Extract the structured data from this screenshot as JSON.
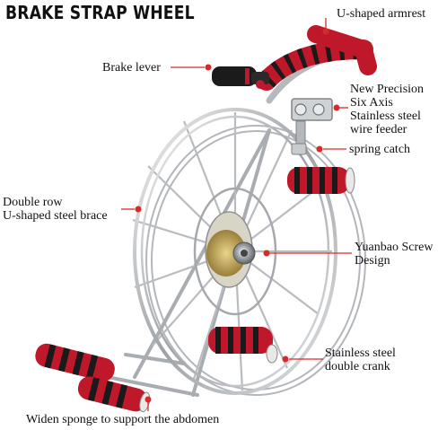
{
  "title": "BRAKE STRAP WHEEL",
  "labels": {
    "armrest": "U-shaped armrest",
    "brake_lever": "Brake lever",
    "feeder_line1": "New Precision",
    "feeder_line2": "Six Axis",
    "feeder_line3": "Stainless steel",
    "feeder_line4": "wire feeder",
    "spring_catch": "spring catch",
    "brace_line1": "Double row",
    "brace_line2": "U-shaped steel brace",
    "screw_line1": "Yuanbao Screw",
    "screw_line2": "Design",
    "crank_line1": "Stainless steel",
    "crank_line2": "double crank",
    "sponge": "Widen sponge to support the abdomen"
  },
  "colors": {
    "accent": "#d92a2a",
    "grip_red": "#c0182b",
    "grip_black": "#1a1a1a",
    "steel": "#b9bcc0"
  }
}
